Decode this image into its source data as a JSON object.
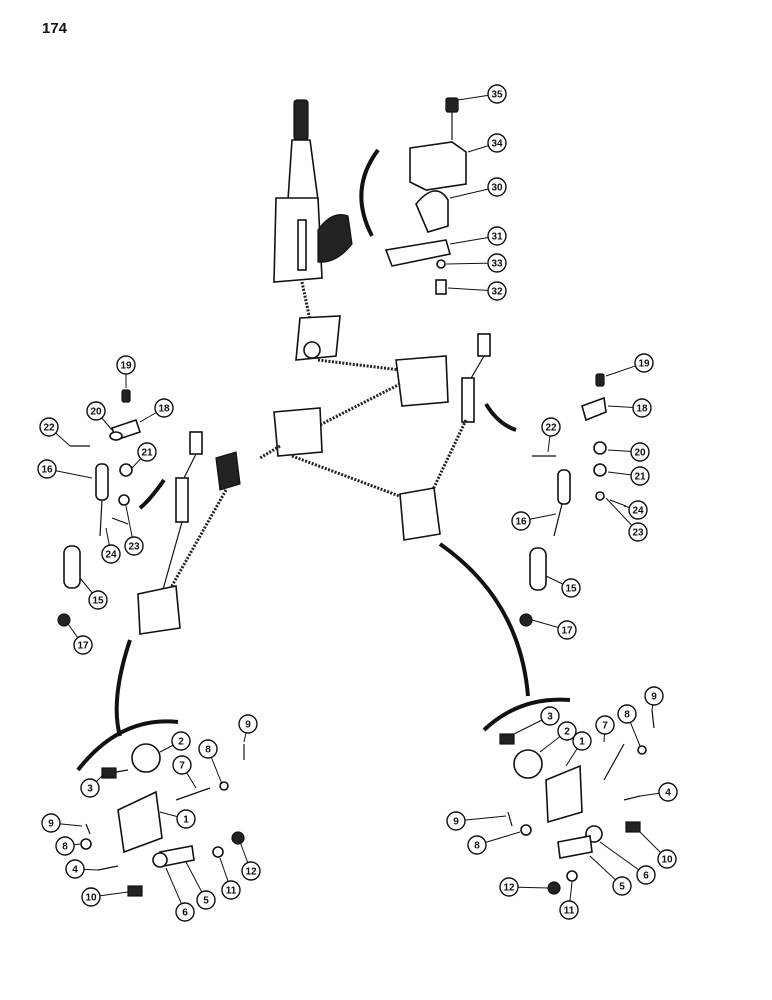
{
  "page": {
    "number": "174"
  },
  "callouts": [
    {
      "id": "c35",
      "label": "35"
    },
    {
      "id": "c34",
      "label": "34"
    },
    {
      "id": "c30",
      "label": "30"
    },
    {
      "id": "c31",
      "label": "31"
    },
    {
      "id": "c33",
      "label": "33"
    },
    {
      "id": "c32",
      "label": "32"
    },
    {
      "id": "L19",
      "label": "19"
    },
    {
      "id": "L18",
      "label": "18"
    },
    {
      "id": "L20",
      "label": "20"
    },
    {
      "id": "L22",
      "label": "22"
    },
    {
      "id": "L21",
      "label": "21"
    },
    {
      "id": "L16",
      "label": "16"
    },
    {
      "id": "L24",
      "label": "24"
    },
    {
      "id": "L23",
      "label": "23"
    },
    {
      "id": "L15",
      "label": "15"
    },
    {
      "id": "L17",
      "label": "17"
    },
    {
      "id": "R19",
      "label": "19"
    },
    {
      "id": "R18",
      "label": "18"
    },
    {
      "id": "R22",
      "label": "22"
    },
    {
      "id": "R20",
      "label": "20"
    },
    {
      "id": "R21",
      "label": "21"
    },
    {
      "id": "R24",
      "label": "24"
    },
    {
      "id": "R16",
      "label": "16"
    },
    {
      "id": "R23",
      "label": "23"
    },
    {
      "id": "R15",
      "label": "15"
    },
    {
      "id": "R17",
      "label": "17"
    },
    {
      "id": "BL2",
      "label": "2"
    },
    {
      "id": "BL9a",
      "label": "9"
    },
    {
      "id": "BL8a",
      "label": "8"
    },
    {
      "id": "BL3",
      "label": "3"
    },
    {
      "id": "BL7",
      "label": "7"
    },
    {
      "id": "BL9",
      "label": "9"
    },
    {
      "id": "BL1",
      "label": "1"
    },
    {
      "id": "BL8",
      "label": "8"
    },
    {
      "id": "BL4",
      "label": "4"
    },
    {
      "id": "BL12",
      "label": "12"
    },
    {
      "id": "BL11",
      "label": "11"
    },
    {
      "id": "BL10",
      "label": "10"
    },
    {
      "id": "BL6",
      "label": "6"
    },
    {
      "id": "BL5",
      "label": "5"
    },
    {
      "id": "BR9a",
      "label": "9"
    },
    {
      "id": "BR3",
      "label": "3"
    },
    {
      "id": "BR2",
      "label": "2"
    },
    {
      "id": "BR7",
      "label": "7"
    },
    {
      "id": "BR8a",
      "label": "8"
    },
    {
      "id": "BR1",
      "label": "1"
    },
    {
      "id": "BR4",
      "label": "4"
    },
    {
      "id": "BR9",
      "label": "9"
    },
    {
      "id": "BR8",
      "label": "8"
    },
    {
      "id": "BR10",
      "label": "10"
    },
    {
      "id": "BR6",
      "label": "6"
    },
    {
      "id": "BR12",
      "label": "12"
    },
    {
      "id": "BR5",
      "label": "5"
    },
    {
      "id": "BR11",
      "label": "11"
    }
  ]
}
